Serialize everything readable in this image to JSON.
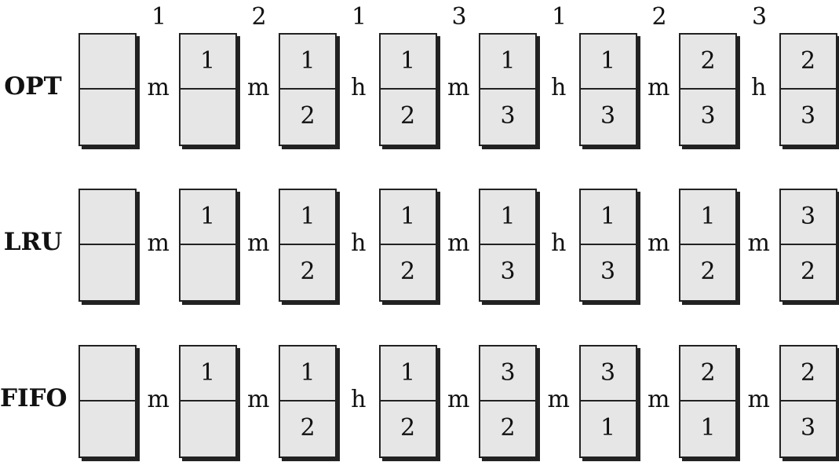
{
  "reference_string": [
    "1",
    "2",
    "1",
    "3",
    "1",
    "2",
    "3"
  ],
  "rows": [
    {
      "name": "OPT",
      "frames": [
        [
          "",
          ""
        ],
        [
          "1",
          ""
        ],
        [
          "1",
          "2"
        ],
        [
          "1",
          "2"
        ],
        [
          "1",
          "3"
        ],
        [
          "1",
          "3"
        ],
        [
          "2",
          "3"
        ],
        [
          "2",
          "3"
        ]
      ],
      "outcomes": [
        "m",
        "m",
        "h",
        "m",
        "h",
        "m",
        "h"
      ]
    },
    {
      "name": "LRU",
      "frames": [
        [
          "",
          ""
        ],
        [
          "1",
          ""
        ],
        [
          "1",
          "2"
        ],
        [
          "1",
          "2"
        ],
        [
          "1",
          "3"
        ],
        [
          "1",
          "3"
        ],
        [
          "1",
          "2"
        ],
        [
          "3",
          "2"
        ]
      ],
      "outcomes": [
        "m",
        "m",
        "h",
        "m",
        "h",
        "m",
        "m"
      ]
    },
    {
      "name": "FIFO",
      "frames": [
        [
          "",
          ""
        ],
        [
          "1",
          ""
        ],
        [
          "1",
          "2"
        ],
        [
          "1",
          "2"
        ],
        [
          "3",
          "2"
        ],
        [
          "3",
          "1"
        ],
        [
          "2",
          "1"
        ],
        [
          "2",
          "3"
        ]
      ],
      "outcomes": [
        "m",
        "m",
        "h",
        "m",
        "m",
        "m",
        "m"
      ]
    }
  ]
}
